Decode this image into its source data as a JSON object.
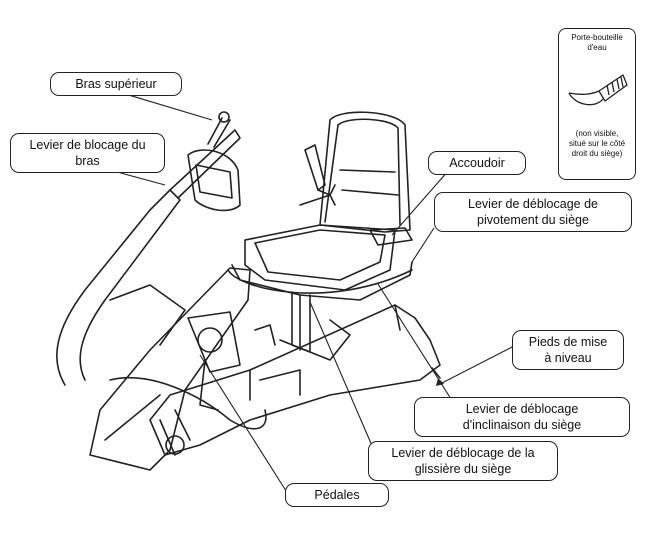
{
  "callouts": {
    "bras_superieur": "Bras supérieur",
    "levier_blocage_bras": [
      "Levier de blocage du",
      "bras"
    ],
    "accoudoir": "Accoudoir",
    "levier_pivotement": [
      "Levier de déblocage de",
      "pivotement du siège"
    ],
    "pieds": [
      "Pieds de mise",
      "à niveau"
    ],
    "levier_inclinaison": [
      "Levier de déblocage",
      "d'inclinaison du siège"
    ],
    "levier_glissiere": [
      "Levier de déblocage de la",
      "glissière du siège"
    ],
    "pedales": "Pédales"
  },
  "inset": {
    "title": [
      "Porte-bouteille",
      "d'eau"
    ],
    "note": [
      "(non visible,",
      "situé sur le côté",
      "droit du siège)"
    ]
  }
}
